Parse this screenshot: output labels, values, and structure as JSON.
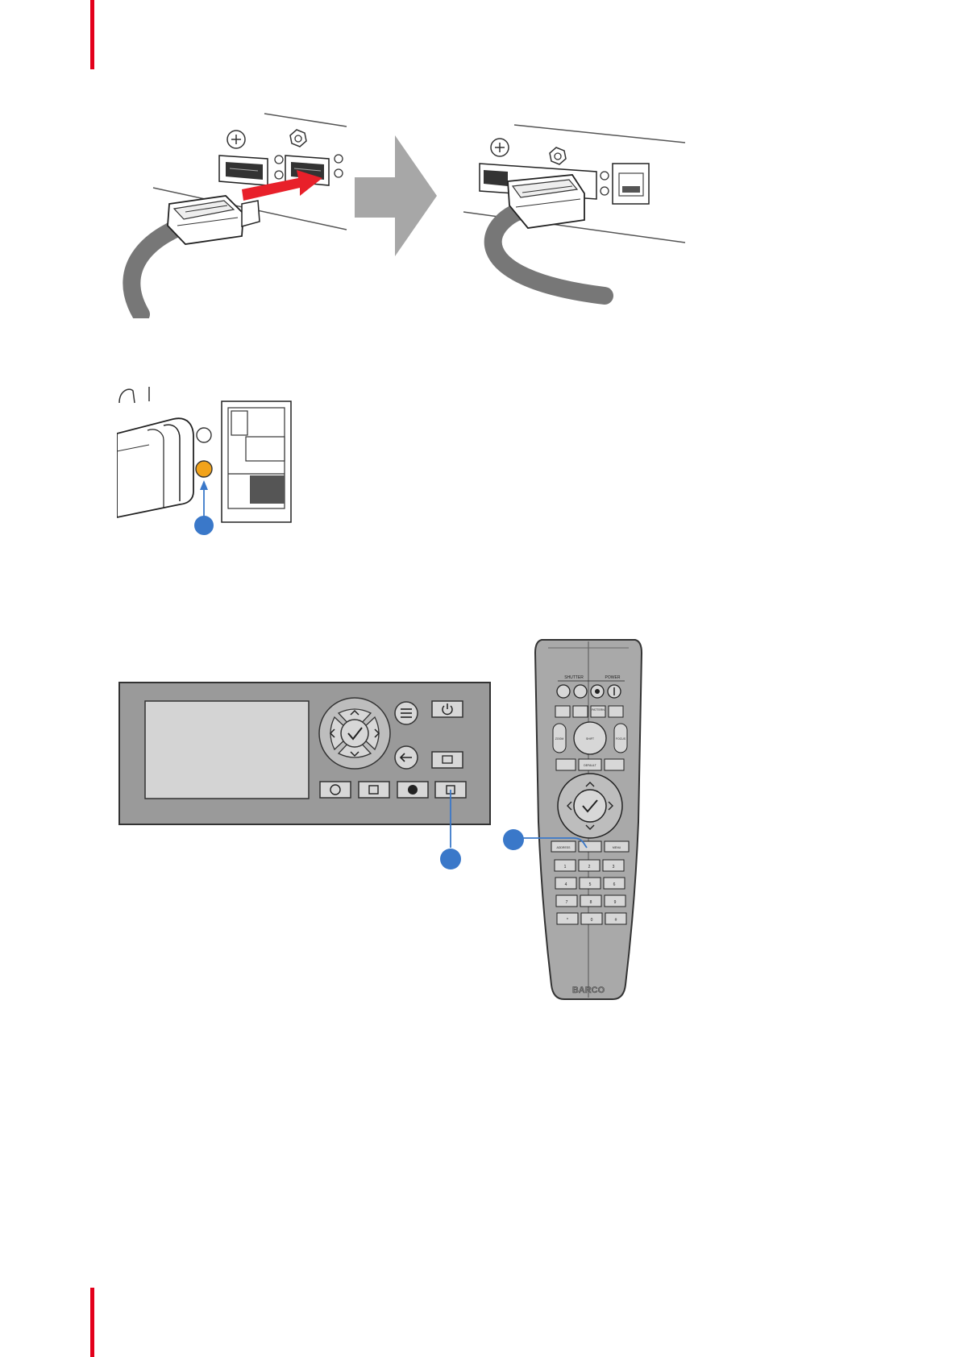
{
  "page": {
    "accent_color": "#e3001b",
    "callout_color": "#3a78c9"
  },
  "figures": {
    "connect": {
      "arrow_icon": "arrow-right-icon",
      "insert_arrow_color": "#e8202a"
    },
    "led": {
      "led_color": "#f2a31b"
    },
    "keypad": {
      "icons": [
        "power-icon",
        "menu-icon",
        "back-icon",
        "osd-icon",
        "lens-icon",
        "pattern-icon",
        "shutter-icon",
        "input-icon"
      ]
    },
    "remote": {
      "labels": {
        "shutter": "SHUTTER",
        "power": "POWER",
        "zoom": "ZOOM",
        "focus": "FOCUS",
        "shift": "SHIFT",
        "default": "DEFAULT",
        "pattern": "PATTERN",
        "address": "ADDRESS",
        "menu": "MENU",
        "keys": [
          "1",
          "2",
          "3",
          "4",
          "5",
          "6",
          "7",
          "8",
          "9",
          "*",
          "0",
          "#"
        ],
        "brand": "BARCO"
      }
    }
  }
}
